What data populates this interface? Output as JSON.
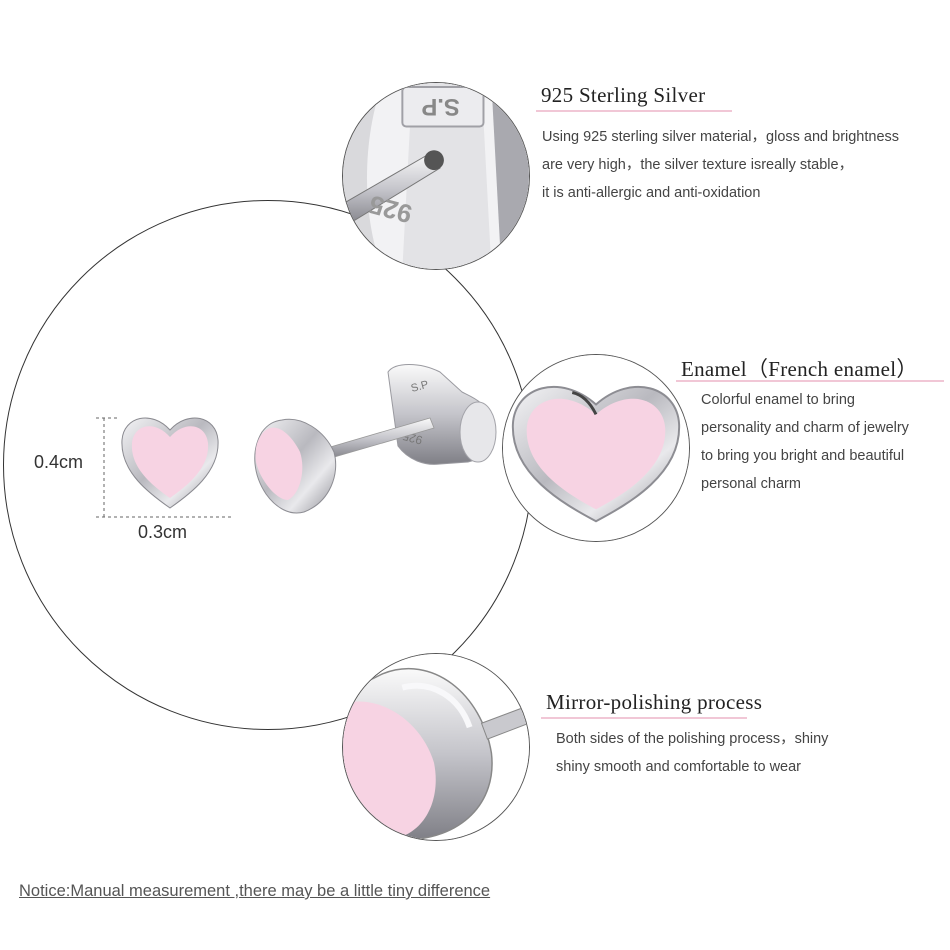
{
  "features": {
    "silver": {
      "title": "925 Sterling Silver",
      "lines": [
        "Using 925 sterling silver material，gloss and brightness",
        "are very high，the silver texture isreally stable，",
        "it is anti-allergic and anti-oxidation"
      ]
    },
    "enamel": {
      "title": "Enamel（French enamel）",
      "lines": [
        "Colorful enamel to bring",
        "personality and charm of jewelry",
        "to bring you bright and beautiful",
        "personal charm"
      ]
    },
    "polish": {
      "title": "Mirror-polishing process",
      "lines": [
        "Both sides of the polishing process，shiny",
        "shiny smooth and comfortable to wear"
      ]
    }
  },
  "dimensions": {
    "height": "0.4cm",
    "width": "0.3cm"
  },
  "stamps": {
    "silver_mark": "925",
    "back_mark": "S.P"
  },
  "notice": "Notice:Manual measurement ,there may be a little tiny  difference",
  "colors": {
    "enamel_pink": "#f7d3e3",
    "silver": "#c8c8cc",
    "title_underline": "#f1c7d6"
  }
}
